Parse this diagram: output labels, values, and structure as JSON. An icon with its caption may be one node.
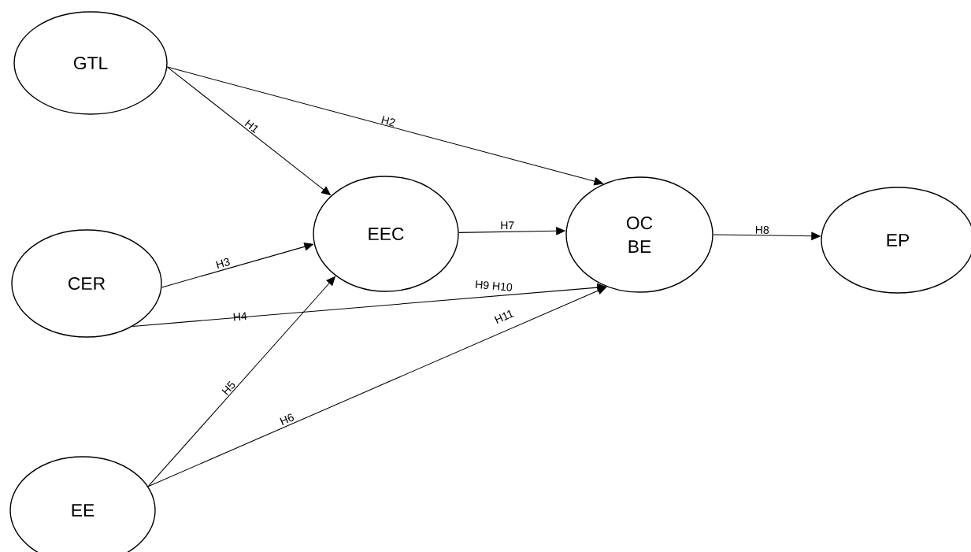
{
  "diagram": {
    "nodes": [
      {
        "text": [
          "GTL"
        ]
      },
      {
        "text": [
          "CER"
        ]
      },
      {
        "text": [
          "EE"
        ]
      },
      {
        "text": [
          "EEC"
        ]
      },
      {
        "text": [
          "OC BE"
        ]
      },
      {
        "text": [
          "EP"
        ]
      }
    ],
    "edges": [
      {
        "from": 0,
        "to": 3,
        "arrow": "to",
        "label": "H1"
      },
      {
        "from": 0,
        "to": 4,
        "arrow": "to",
        "label": "H2"
      },
      {
        "from": 1,
        "to": 3,
        "arrow": "to",
        "label": "H3"
      },
      {
        "from": 1,
        "to": 4,
        "arrow": "to",
        "label": "H4"
      },
      {
        "from": 2,
        "to": 3,
        "arrow": "to",
        "label": "H5"
      },
      {
        "from": 2,
        "to": 4,
        "arrow": "to",
        "label": "H6"
      },
      {
        "from": 3,
        "to": 4,
        "arrow": "to",
        "label": "H7"
      },
      {
        "from": 4,
        "to": 5,
        "arrow": "to",
        "label": "H8"
      }
    ],
    "labels": [
      "H9 H10",
      "H11"
    ]
  }
}
